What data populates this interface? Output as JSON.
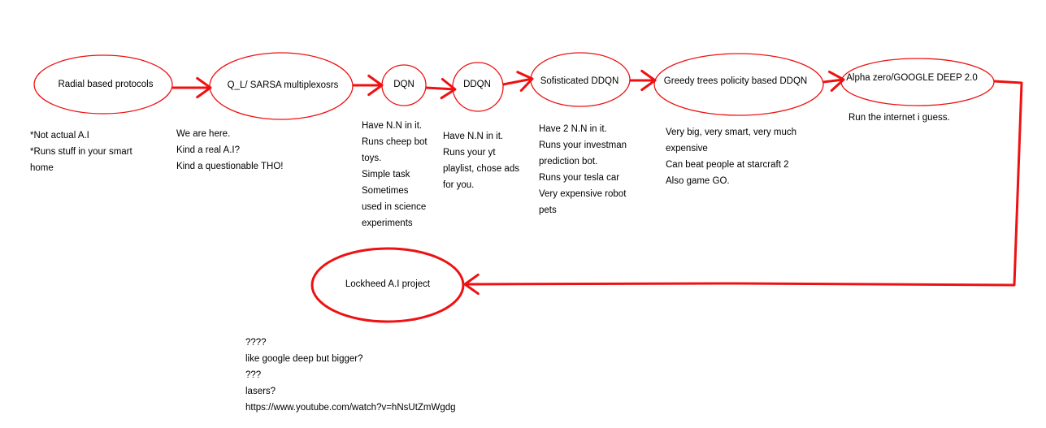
{
  "colors": {
    "stroke": "#ee1111",
    "text": "#000000",
    "background": "#ffffff"
  },
  "nodes": [
    {
      "id": "radial",
      "label": "Radial based protocols"
    },
    {
      "id": "ql-sarsa",
      "label": "Q_L/ SARSA multiplexosrs"
    },
    {
      "id": "dqn",
      "label": "DQN"
    },
    {
      "id": "ddqn",
      "label": "DDQN"
    },
    {
      "id": "sophisticated-ddqn",
      "label": "Sofisticated DDQN"
    },
    {
      "id": "greedy-trees",
      "label": "Greedy trees policity based DDQN"
    },
    {
      "id": "alpha-zero",
      "label": "Alpha zero/GOOGLE DEEP 2.0"
    },
    {
      "id": "lockheed",
      "label": "Lockheed A.I project"
    }
  ],
  "notes": [
    {
      "id": "radial",
      "lines": [
        "*Not actual A.I",
        "*Runs stuff in your smart",
        "home"
      ]
    },
    {
      "id": "ql-sarsa",
      "lines": [
        "We are here.",
        "Kind a real A.I?",
        "Kind a questionable THO!"
      ]
    },
    {
      "id": "dqn",
      "lines": [
        "Have N.N in it.",
        "Runs cheep bot",
        "toys.",
        "Simple task",
        "Sometimes",
        "used in science",
        "experiments"
      ]
    },
    {
      "id": "ddqn",
      "lines": [
        "Have N.N in it.",
        "Runs your yt",
        "playlist, chose ads",
        "for you."
      ]
    },
    {
      "id": "sophisticated-ddqn",
      "lines": [
        "Have 2 N.N in it.",
        "Runs your investman",
        "prediction bot.",
        "Runs your tesla car",
        "Very expensive robot",
        "pets"
      ]
    },
    {
      "id": "greedy-trees",
      "lines": [
        "Very big, very smart, very much",
        "expensive",
        "Can beat people at starcraft 2",
        "Also game GO."
      ]
    },
    {
      "id": "alpha-zero",
      "lines": [
        "Run the internet i guess."
      ]
    },
    {
      "id": "lockheed",
      "lines": [
        "????",
        "like google deep but bigger?",
        "???",
        "lasers?",
        "https://www.youtube.com/watch?v=hNsUtZmWgdg"
      ]
    }
  ]
}
